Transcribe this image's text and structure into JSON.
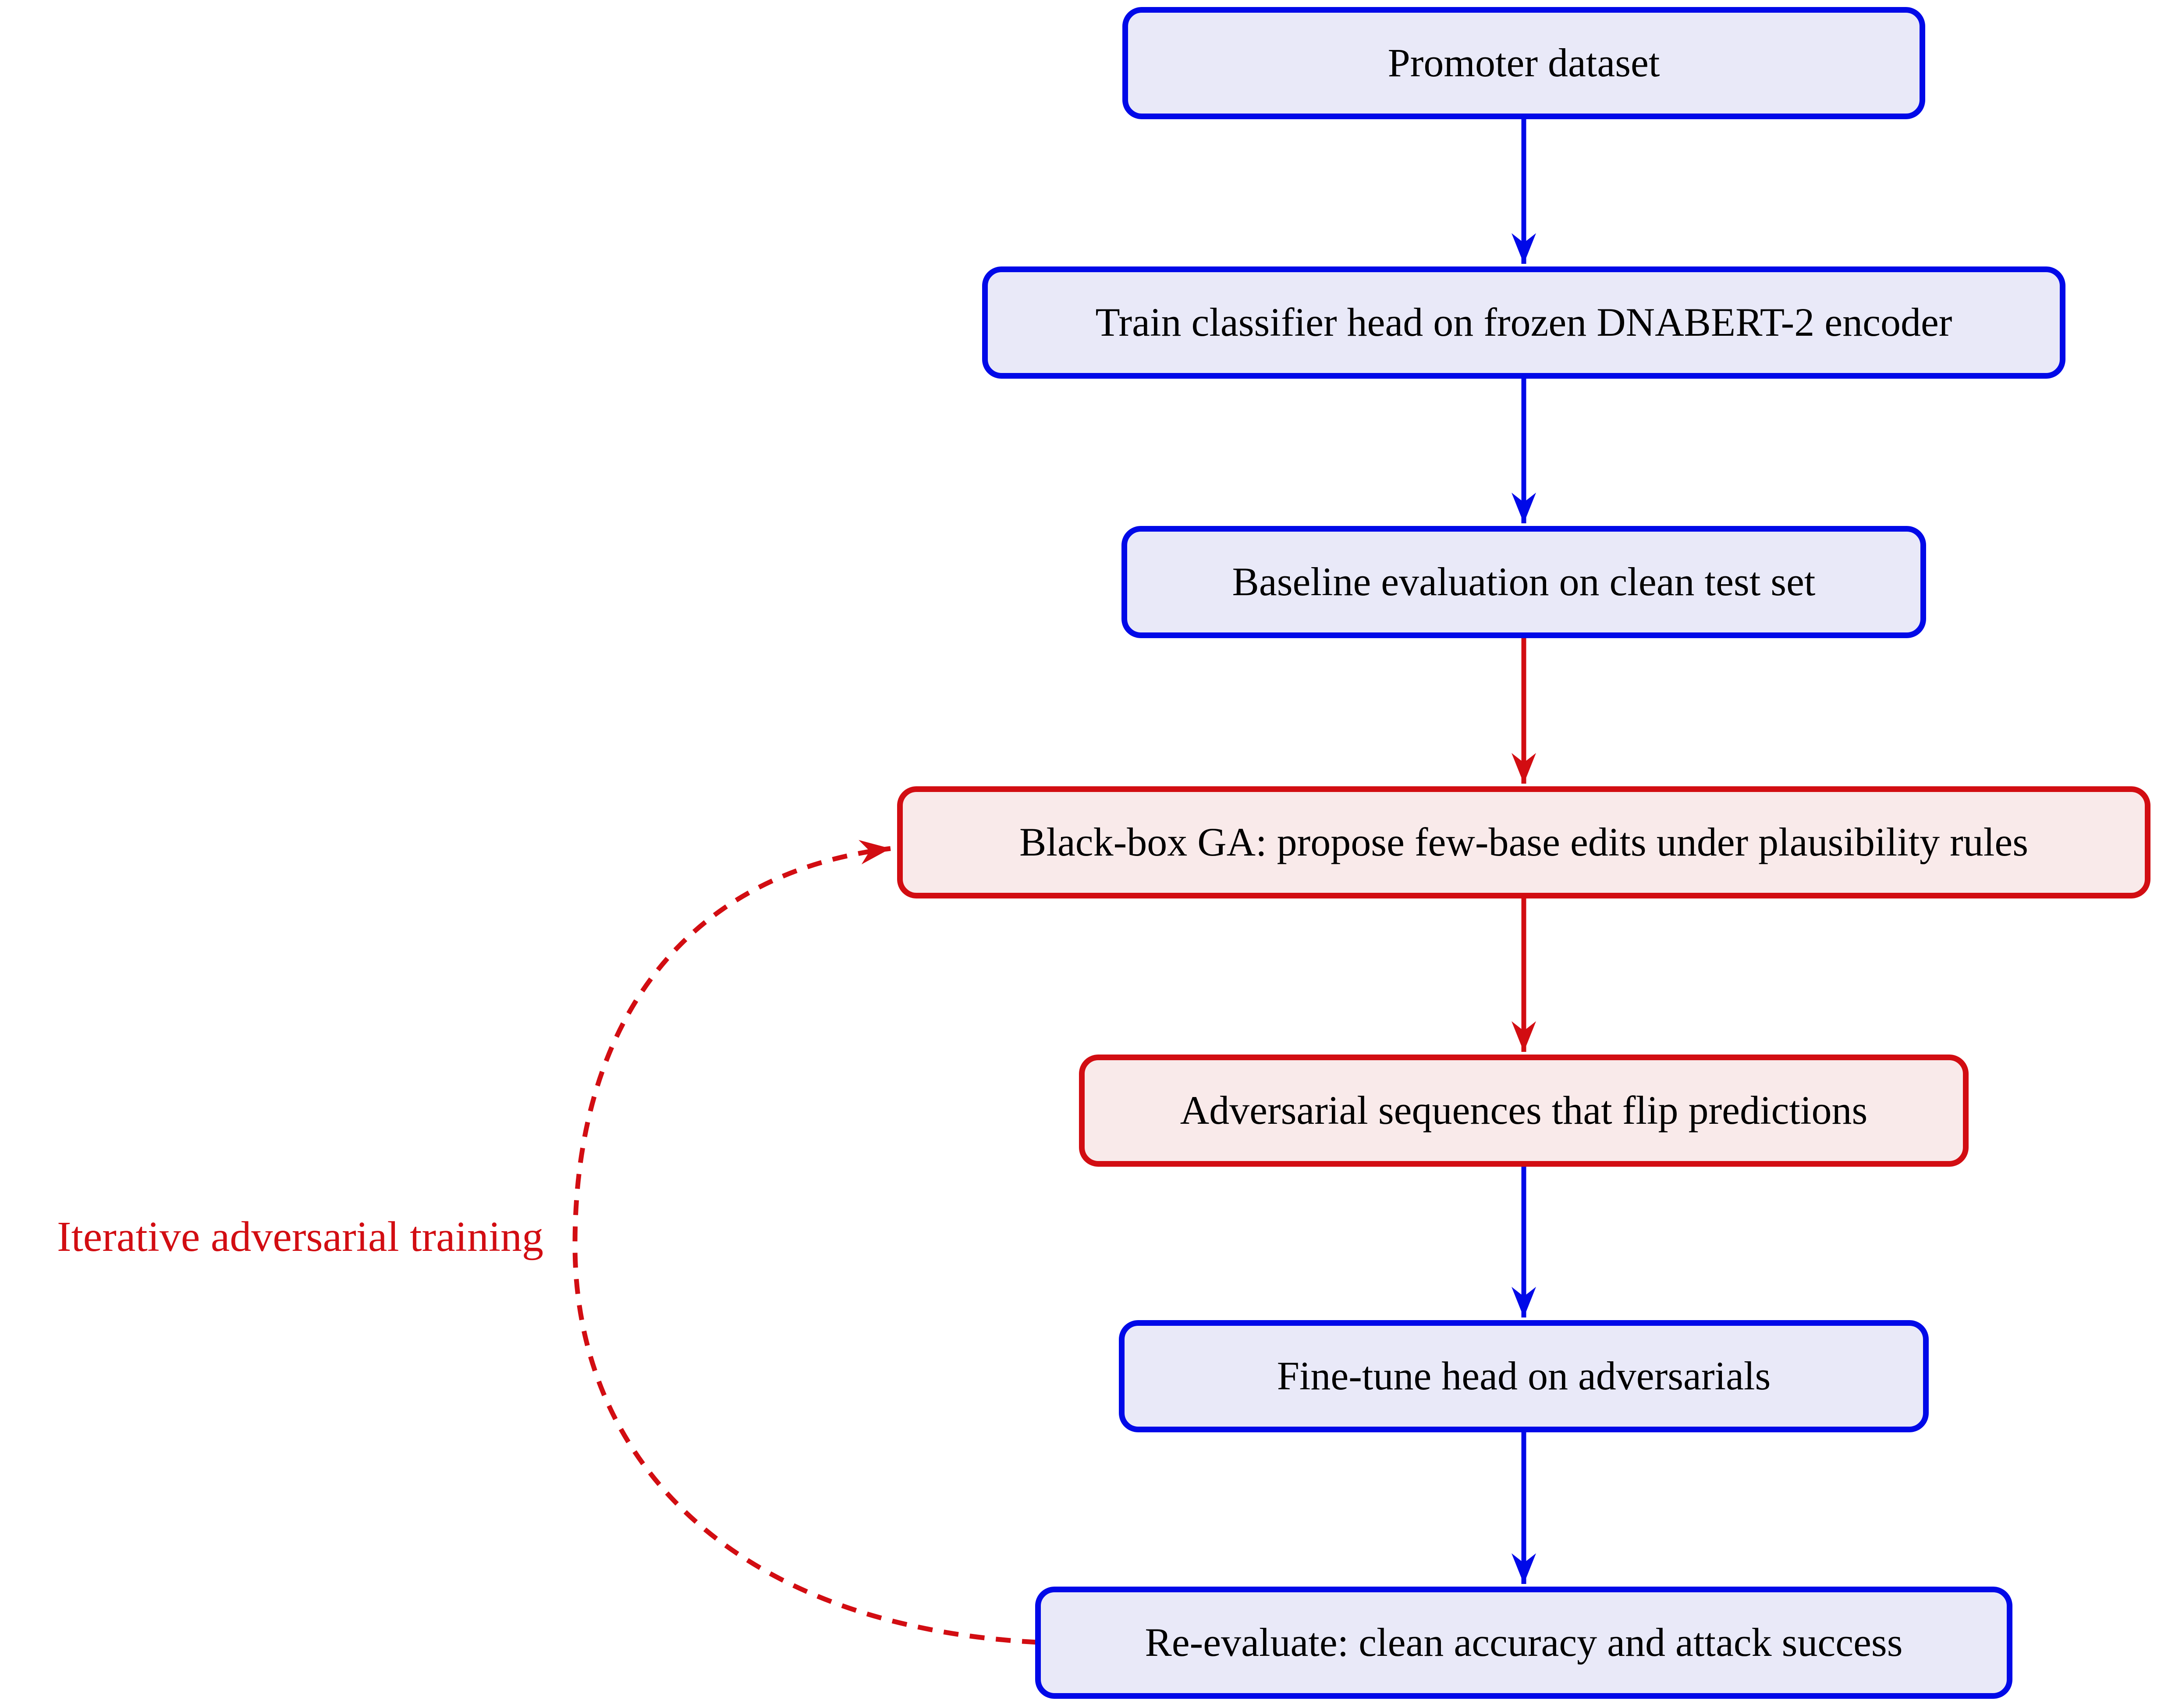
{
  "diagram": {
    "type": "flowchart",
    "boxes": [
      {
        "id": "promoter-dataset",
        "label": "Promoter dataset",
        "style": "blue"
      },
      {
        "id": "train-classifier",
        "label": "Train classifier head on frozen DNABERT-2 encoder",
        "style": "blue"
      },
      {
        "id": "baseline-eval",
        "label": "Baseline evaluation on clean test set",
        "style": "blue"
      },
      {
        "id": "blackbox-ga",
        "label": "Black-box GA: propose few-base edits under plausibility rules",
        "style": "red"
      },
      {
        "id": "adversarial-seqs",
        "label": "Adversarial sequences that flip predictions",
        "style": "red"
      },
      {
        "id": "finetune-head",
        "label": "Fine-tune head on adversarials",
        "style": "blue"
      },
      {
        "id": "reevaluate",
        "label": "Re-evaluate: clean accuracy and attack success",
        "style": "blue"
      }
    ],
    "edges": [
      {
        "from": "promoter-dataset",
        "to": "train-classifier",
        "color": "blue",
        "style": "solid"
      },
      {
        "from": "train-classifier",
        "to": "baseline-eval",
        "color": "blue",
        "style": "solid"
      },
      {
        "from": "baseline-eval",
        "to": "blackbox-ga",
        "color": "red",
        "style": "solid"
      },
      {
        "from": "blackbox-ga",
        "to": "adversarial-seqs",
        "color": "red",
        "style": "solid"
      },
      {
        "from": "adversarial-seqs",
        "to": "finetune-head",
        "color": "blue",
        "style": "solid"
      },
      {
        "from": "finetune-head",
        "to": "reevaluate",
        "color": "blue",
        "style": "solid"
      },
      {
        "from": "reevaluate",
        "to": "blackbox-ga",
        "color": "red",
        "style": "dashed",
        "label": "Iterative adversarial training"
      }
    ],
    "loop_label": "Iterative adversarial training",
    "colors": {
      "blue_border": "#0009e8",
      "blue_fill": "#e9e9f8",
      "red_border": "#d20d12",
      "red_fill": "#f9eaea",
      "blue_arrow": "#0009e8",
      "red_arrow": "#d20d12",
      "text": "#000000",
      "background": "#ffffff"
    }
  }
}
